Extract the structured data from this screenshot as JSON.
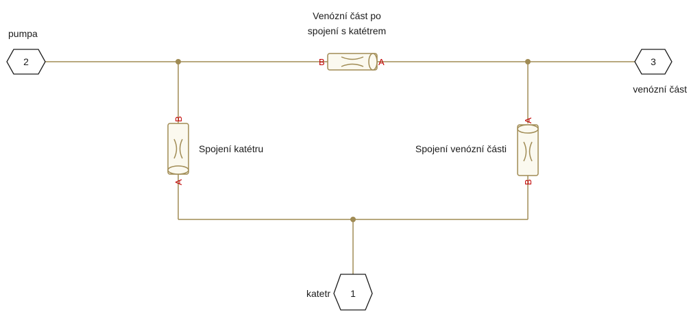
{
  "ports": {
    "pumpa": {
      "number": "2",
      "label": "pumpa"
    },
    "venozni": {
      "number": "3",
      "label": "venózní část"
    },
    "katetr": {
      "number": "1",
      "label": "katetr"
    }
  },
  "blocks": {
    "top": {
      "title_line1": "Venózní část po",
      "title_line2": "spojení s katétrem",
      "pin_left": "B",
      "pin_right": "A"
    },
    "left": {
      "title": "Spojení katétru",
      "pin_top": "B",
      "pin_bottom": "A"
    },
    "right": {
      "title": "Spojení venózní části",
      "pin_top": "A",
      "pin_bottom": "B"
    }
  },
  "colors": {
    "wire": "#a08b54",
    "pin_label": "#c00000",
    "tube_fill": "#fbf9ef"
  }
}
